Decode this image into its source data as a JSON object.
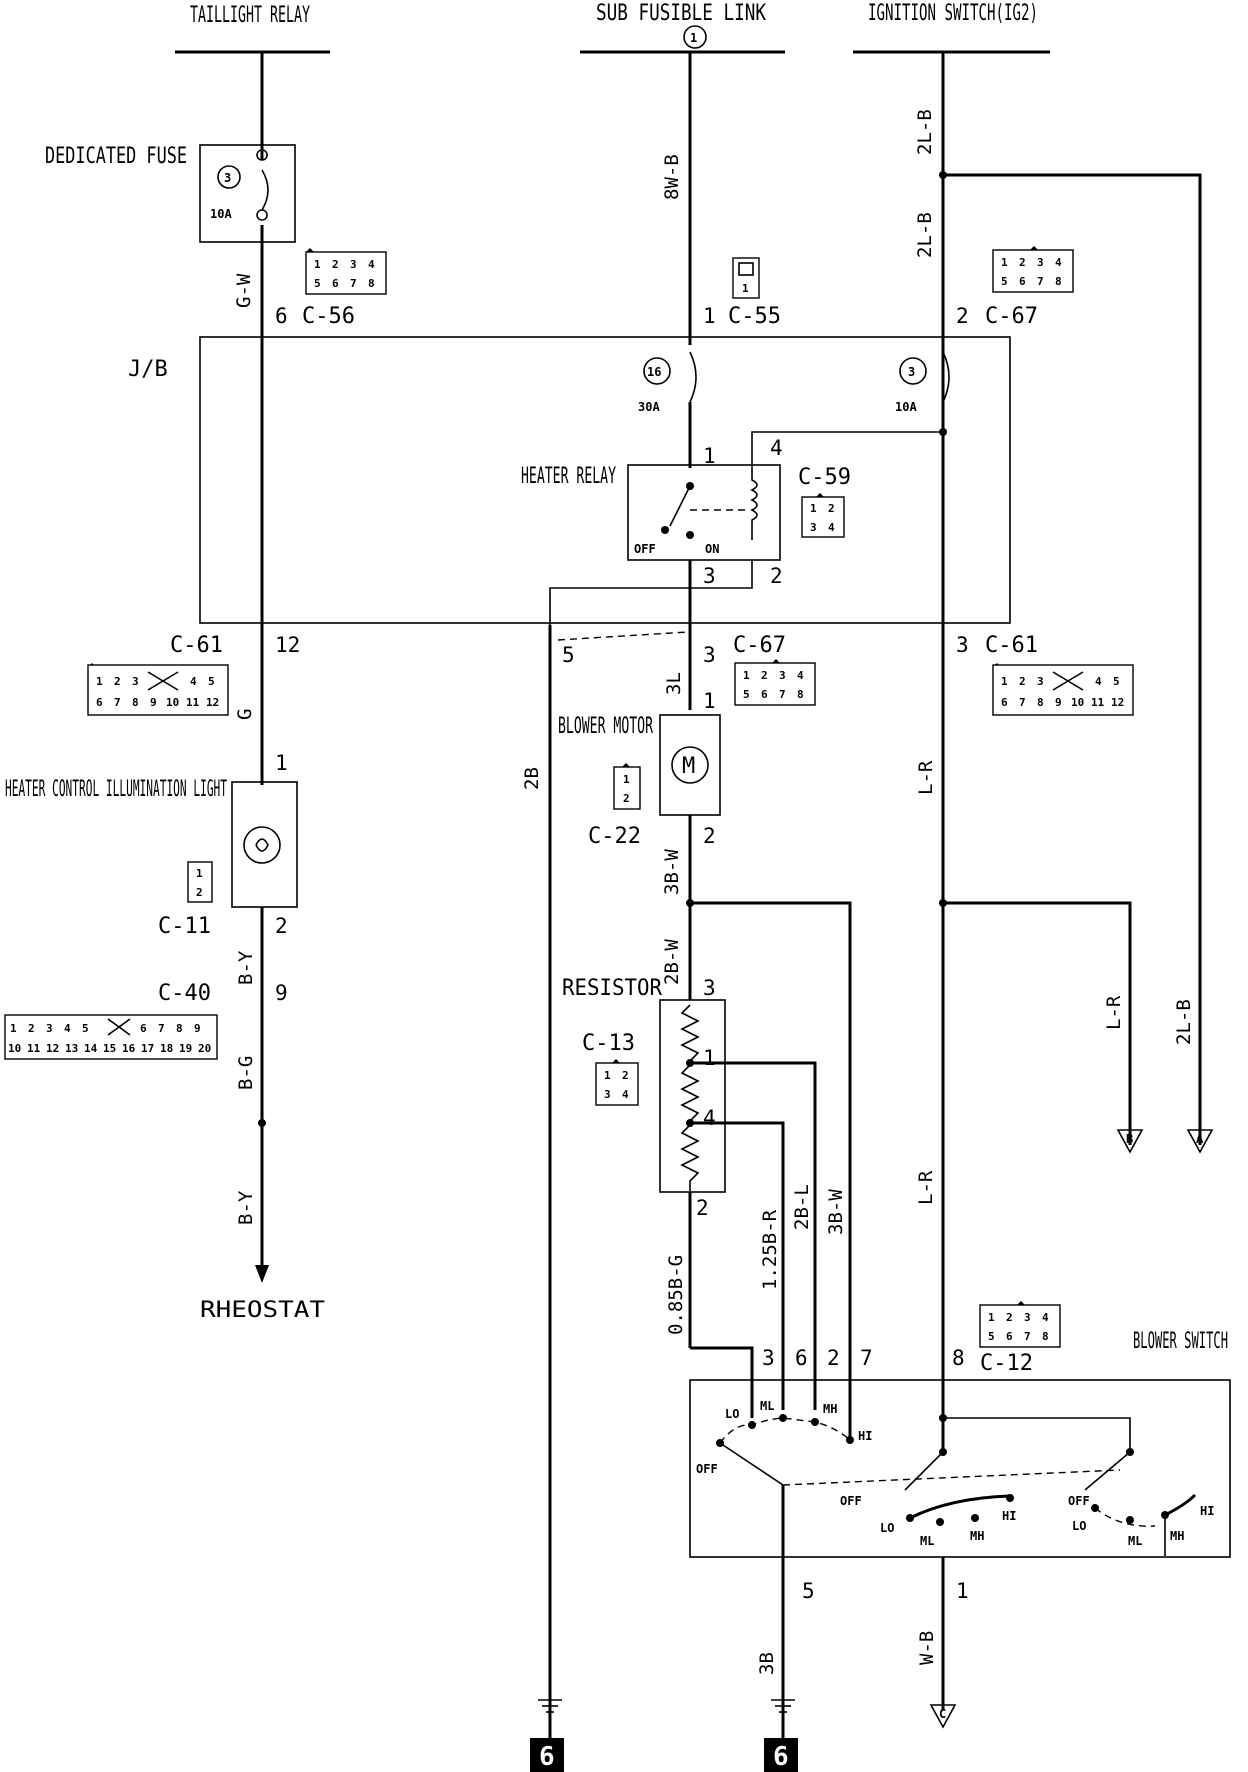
{
  "sources": {
    "taillight": "TAILLIGHT RELAY",
    "sub_fusible": "SUB FUSIBLE LINK",
    "sub_fusible_num": "1",
    "ignition": "IGNITION SWITCH(IG2)"
  },
  "labels": {
    "dedicated_fuse": "DEDICATED FUSE",
    "jb": "J/B",
    "heater_relay": "HEATER RELAY",
    "blower_motor": "BLOWER MOTOR",
    "hc_illum": "HEATER CONTROL ILLUMINATION LIGHT",
    "resistor": "RESISTOR",
    "rheostat": "RHEOSTAT",
    "blower_switch": "BLOWER SWITCH",
    "motor_symbol": "M",
    "relay_off": "OFF",
    "relay_on": "ON"
  },
  "fuses": {
    "dedicated": {
      "num": "3",
      "amp": "10A"
    },
    "f16": {
      "num": "16",
      "amp": "30A"
    },
    "f3": {
      "num": "3",
      "amp": "10A"
    }
  },
  "connectors": {
    "c56": "C-56",
    "c55": "C-55",
    "c67": "C-67",
    "c59": "C-59",
    "c61": "C-61",
    "c22": "C-22",
    "c11": "C-11",
    "c40": "C-40",
    "c13": "C-13",
    "c12": "C-12"
  },
  "wires": {
    "gw": "G-W",
    "w8b": "8W-B",
    "l2b": "2L-B",
    "g": "G",
    "by": "B-Y",
    "bg": "B-G",
    "b2": "2B",
    "l3": "3L",
    "b3w": "3B-W",
    "b2w": "2B-W",
    "lr": "L-R",
    "b085g": "0.85B-G",
    "b125r": "1.25B-R",
    "b2l": "2B-L",
    "b3": "3B",
    "wb": "W-B"
  },
  "pins": {
    "p6": "6",
    "p1": "1",
    "p2": "2",
    "p4": "4",
    "p3": "3",
    "p12": "12",
    "p5": "5",
    "p9": "9",
    "p7": "7",
    "p8": "8"
  },
  "switch_positions": {
    "off": "OFF",
    "lo": "LO",
    "ml": "ML",
    "mh": "MH",
    "hi": "HI"
  },
  "connector_cells": {
    "c56": [
      "1",
      "2",
      "3",
      "4",
      "5",
      "6",
      "7",
      "8"
    ],
    "c55": [
      "1"
    ],
    "c67": [
      "1",
      "2",
      "3",
      "4",
      "5",
      "6",
      "7",
      "8"
    ],
    "c59": [
      "1",
      "2",
      "3",
      "4"
    ],
    "c61_top": [
      "1",
      "2",
      "3",
      "4",
      "5"
    ],
    "c61_bot": [
      "6",
      "7",
      "8",
      "9",
      "10",
      "11",
      "12"
    ],
    "c22": [
      "1",
      "2"
    ],
    "c11": [
      "1",
      "2"
    ],
    "c40_top": [
      "1",
      "2",
      "3",
      "4",
      "5",
      "6",
      "7",
      "8",
      "9"
    ],
    "c40_bot": [
      "10",
      "11",
      "12",
      "13",
      "14",
      "15",
      "16",
      "17",
      "18",
      "19",
      "20"
    ],
    "c13": [
      "1",
      "2",
      "3",
      "4"
    ],
    "c12": [
      "1",
      "2",
      "3",
      "4",
      "5",
      "6",
      "7",
      "8"
    ]
  },
  "offpage": {
    "b": "B",
    "a": "A",
    "c": "C",
    "ground": "6"
  }
}
